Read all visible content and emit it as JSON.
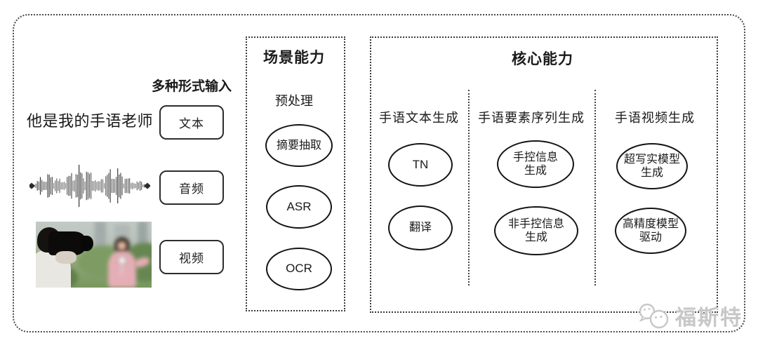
{
  "input_section": {
    "title": "多种形式输入",
    "text_sample": "他是我的手语老师",
    "text_label": "文本",
    "audio_label": "音频",
    "video_label": "视频"
  },
  "scene_box": {
    "title": "场景能力",
    "subtitle": "预处理",
    "items": [
      "摘要抽取",
      "ASR",
      "OCR"
    ]
  },
  "core_box": {
    "title": "核心能力",
    "columns": [
      {
        "title": "手语文本生成",
        "items": [
          "TN",
          "翻译"
        ]
      },
      {
        "title": "手语要素序列生成",
        "items": [
          "手控信息\n生成",
          "非手控信息\n生成"
        ]
      },
      {
        "title": "手语视频生成",
        "items": [
          "超写实模型\n生成",
          "高精度模型\n驱动"
        ]
      }
    ]
  },
  "watermark": {
    "text": "福斯特"
  }
}
